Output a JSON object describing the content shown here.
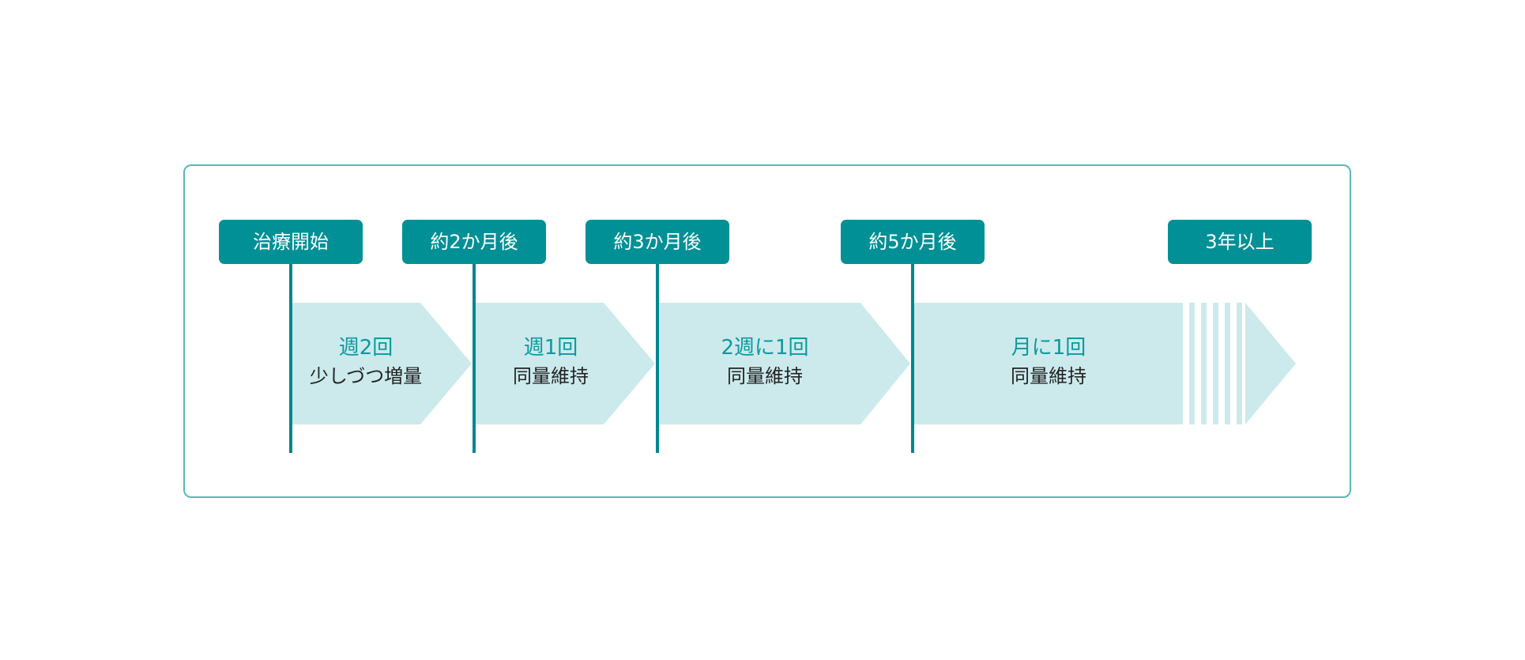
{
  "milestones": [
    {
      "label": "治療開始"
    },
    {
      "label": "約2か月後"
    },
    {
      "label": "約3か月後"
    },
    {
      "label": "約5か月後"
    },
    {
      "label": "3年以上"
    }
  ],
  "phases": [
    {
      "frequency": "週2回",
      "description": "少しづつ増量"
    },
    {
      "frequency": "週1回",
      "description": "同量維持"
    },
    {
      "frequency": "2週に1回",
      "description": "同量維持"
    },
    {
      "frequency": "月に1回",
      "description": "同量維持"
    }
  ],
  "colors": {
    "label_bg": "#009096",
    "label_text": "#ffffff",
    "arrow_fill": "#cceaec",
    "line": "#00878c",
    "frame_border": "#5ab8b3",
    "frequency_text": "#0a9a9e",
    "description_text": "#222222"
  }
}
